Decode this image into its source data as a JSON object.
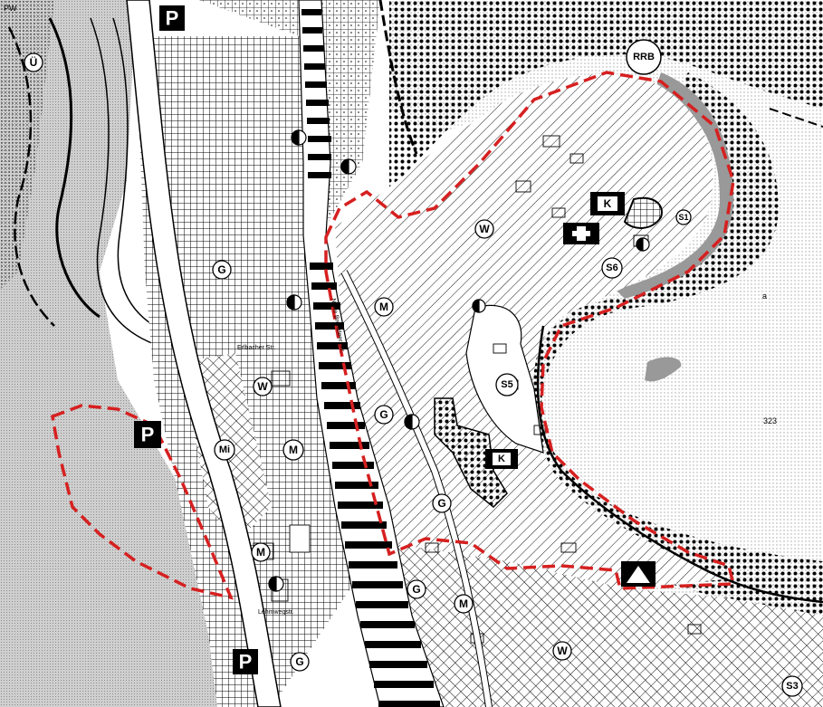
{
  "map": {
    "corner_label": "PW",
    "zone_codes": {
      "ueberschwemmung": "Ü",
      "rrb": "RRB",
      "g": "G",
      "w": "W",
      "m": "M",
      "mi": "Mi",
      "s6": "S6",
      "s5": "S5",
      "s3": "S3",
      "s1": "S1"
    },
    "parking_label": "P",
    "church_label": "K",
    "small_label": "a",
    "elevation_label": "323",
    "streets": {
      "a": "Neue Brenzleer Str.",
      "b": "Erlbacher Str.",
      "c": "Lehmwegstr."
    }
  },
  "colors": {
    "boundary": "#d62020",
    "ink": "#000000",
    "paper": "#ffffff",
    "grey": "#b8b8b8"
  }
}
